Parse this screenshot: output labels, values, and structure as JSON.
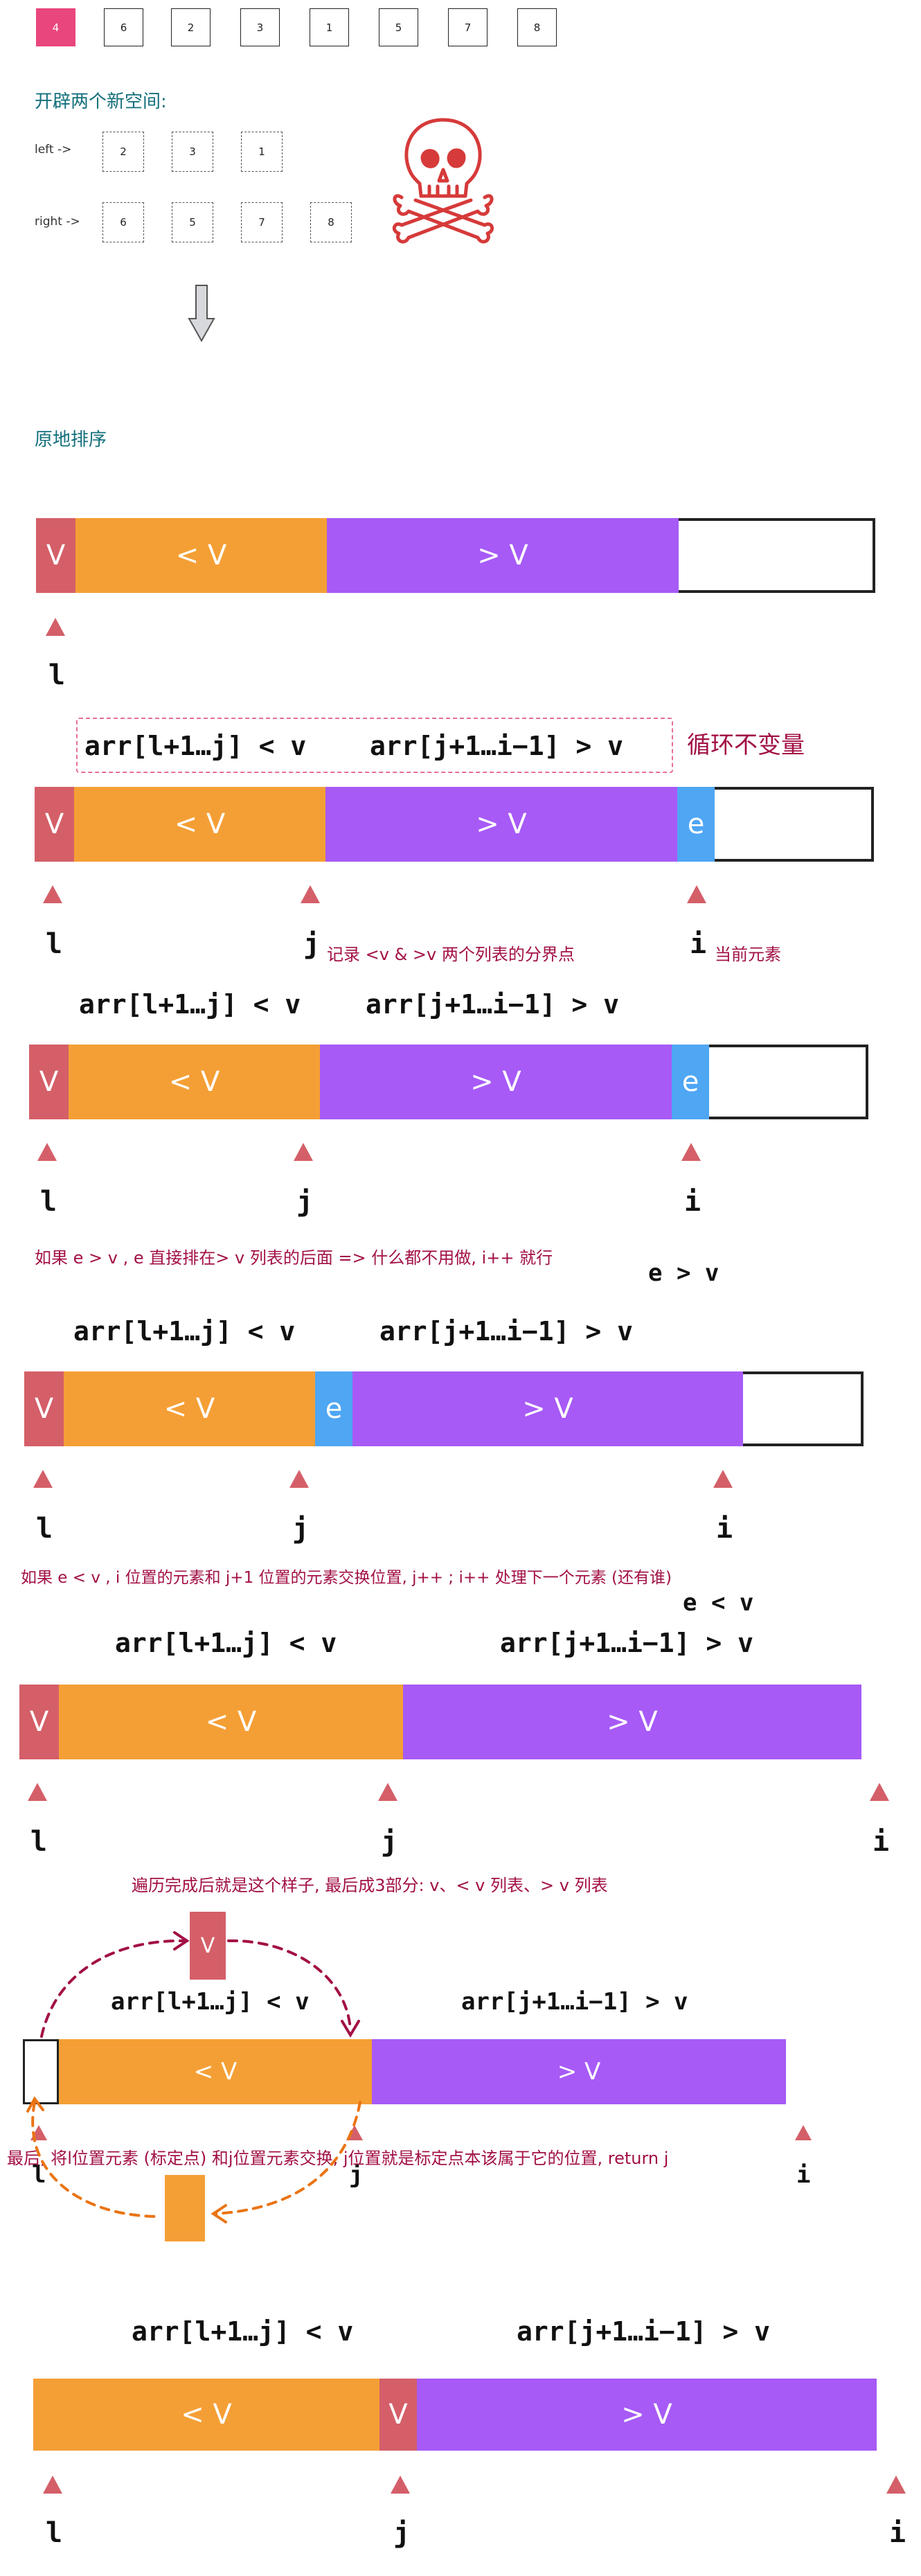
{
  "top_array": [
    "4",
    "6",
    "2",
    "3",
    "1",
    "5",
    "7",
    "8"
  ],
  "space_title": "开辟两个新空间:",
  "left_label": "left ->",
  "left_values": [
    "2",
    "3",
    "1"
  ],
  "right_label": "right ->",
  "right_values": [
    "6",
    "5",
    "7",
    "8"
  ],
  "inplace_title": "原地排序",
  "seg": {
    "v": "V",
    "lt": "< V",
    "gt": "> V",
    "e": "e"
  },
  "idx": {
    "l": "l",
    "j": "j",
    "i": "i"
  },
  "inv_left": "arr[l+1…j] < v",
  "inv_right": "arr[j+1…i−1] > v",
  "loop_invariant": "循环不变量",
  "note_j": "记录 <v & >v 两个列表的分界点",
  "note_i": "当前元素",
  "case_gt_note": "如果 e > v , e 直接排在> v 列表的后面 => 什么都不用做, i++ 就行",
  "case_gt_label": "e > v",
  "case_lt_note": "如果 e < v , i 位置的元素和 j+1 位置的元素交换位置, j++ ; i++ 处理下一个元素 (还有谁)",
  "case_lt_label": "e < v",
  "after_note": "遍历完成后就是这个样子, 最后成3部分: v、< v 列表、> v 列表",
  "final_note": "最后, 将l位置元素 (标定点) 和j位置元素交换, j位置就是标定点本该属于它的位置, return j",
  "colors": {
    "red": "#d45f68",
    "orange": "#f49f35",
    "purple": "#a75af6",
    "blue": "#4fa6f3",
    "pink": "#e8467c",
    "note": "#a21046",
    "teal": "#136f7c"
  }
}
